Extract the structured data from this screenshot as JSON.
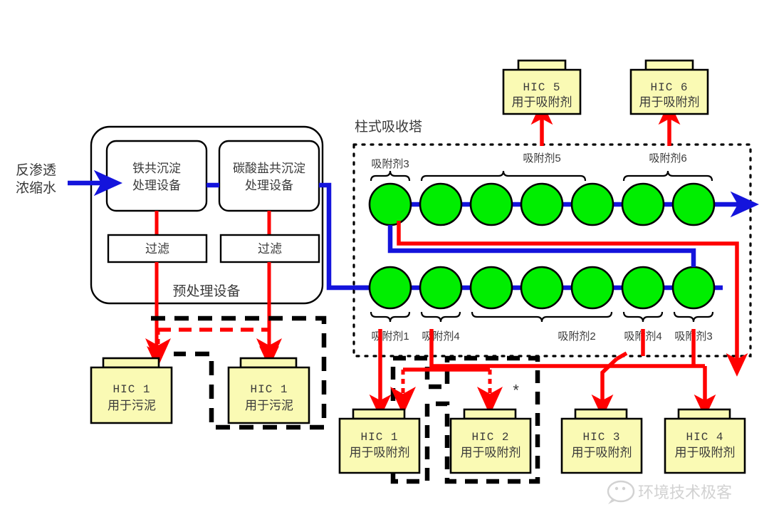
{
  "diagram": {
    "title_hidden": "",
    "colors": {
      "flow_blue": "#1414DC",
      "flow_red": "#FF0000",
      "adsorbent_green": "#00EE00",
      "hic_yellow": "#FAFAB4",
      "outline_black": "#000000",
      "text_gray": "#3A3A3A",
      "watermark_gray": "#D2D2D2",
      "background": "#FFFFFF"
    },
    "inlet": {
      "label_line1": "反渗透",
      "label_line2": "浓缩水"
    },
    "pretreatment": {
      "caption": "预处理设备",
      "units": [
        {
          "line1": "铁共沉淀",
          "line2": "处理设备"
        },
        {
          "line1": "碳酸盐共沉淀",
          "line2": "处理设备"
        }
      ],
      "filters": [
        {
          "label": "过滤"
        },
        {
          "label": "过滤"
        }
      ]
    },
    "tower": {
      "caption": "柱式吸收塔",
      "top_row": {
        "circle_count": 7,
        "groups": [
          {
            "label": "吸附剂3",
            "span": 1
          },
          {
            "label": "吸附剂5",
            "span": 4
          },
          {
            "label": "吸附剂6",
            "span": 2
          }
        ]
      },
      "bottom_row": {
        "circle_count": 7,
        "groups": [
          {
            "label": "吸附剂1",
            "span": 1
          },
          {
            "label": "吸附剂4",
            "span": 1
          },
          {
            "label": "吸附剂2",
            "span": 3
          },
          {
            "label": "吸附剂4",
            "span": 1
          },
          {
            "label": "吸附剂3",
            "span": 1
          }
        ]
      }
    },
    "hic_top": [
      {
        "id": "hic-5",
        "title": "HIC 5",
        "subtitle": "用于吸附剂"
      },
      {
        "id": "hic-6",
        "title": "HIC 6",
        "subtitle": "用于吸附剂"
      }
    ],
    "hic_sludge": [
      {
        "id": "hic-1-sludge-a",
        "title": "HIC 1",
        "subtitle": "用于污泥"
      },
      {
        "id": "hic-1-sludge-b",
        "title": "HIC 1",
        "subtitle": "用于污泥"
      }
    ],
    "hic_adsorbent": [
      {
        "id": "hic-1-ads",
        "title": "HIC 1",
        "subtitle": "用于吸附剂"
      },
      {
        "id": "hic-2-ads",
        "title": "HIC 2",
        "subtitle": "用于吸附剂"
      },
      {
        "id": "hic-3-ads",
        "title": "HIC 3",
        "subtitle": "用于吸附剂"
      },
      {
        "id": "hic-4-ads",
        "title": "HIC 4",
        "subtitle": "用于吸附剂"
      }
    ],
    "annotations": {
      "asterisk": "*"
    },
    "watermark": {
      "text": "环境技术极客"
    }
  }
}
